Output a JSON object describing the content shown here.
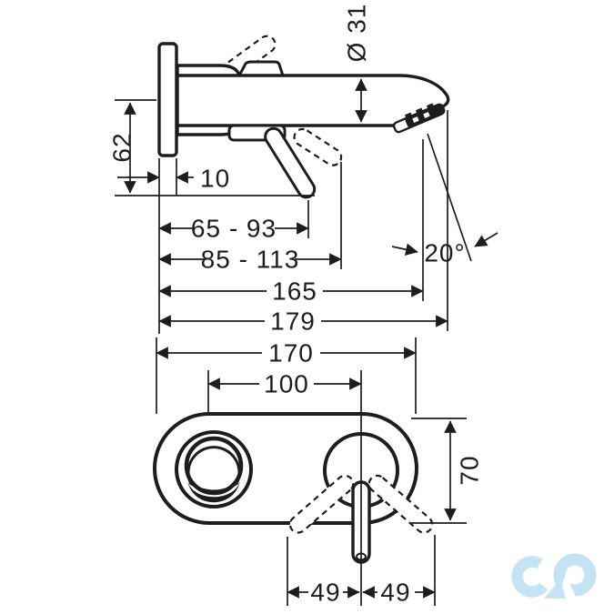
{
  "colors": {
    "ink": "#1d1d1b",
    "logo_blue": "#c5e3f5",
    "background": "#ffffff"
  },
  "side_view": {
    "dims": [
      "Ø 31",
      "62",
      "10",
      "65 - 93",
      "85 - 113",
      "165",
      "179",
      "20°"
    ]
  },
  "bottom_view": {
    "dims": [
      "170",
      "100",
      "70",
      "49",
      "49"
    ]
  },
  "logo": {
    "icon": "infinity-logo"
  }
}
